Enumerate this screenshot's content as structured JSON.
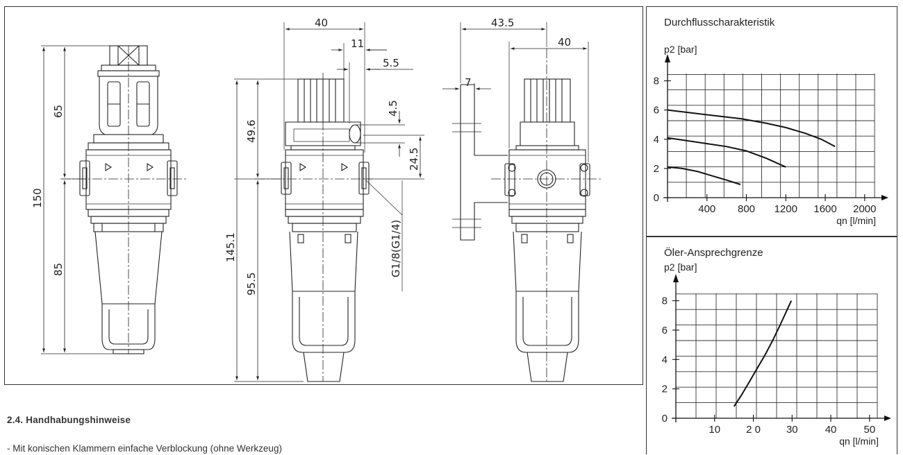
{
  "drawing": {
    "front_view": {
      "dim_total": "150",
      "dim_upper": "65",
      "dim_lower": "85"
    },
    "side_view": {
      "dim_width": "40",
      "dim_11": "11",
      "dim_5_5": "5.5",
      "dim_4_5": "4.5",
      "dim_24_5": "24.5",
      "dim_thread": "G1/8(G1/4)",
      "dim_total": "145.1",
      "dim_upper": "49.6",
      "dim_lower": "95.5"
    },
    "rear_view": {
      "dim_43_5": "43.5",
      "dim_width": "40",
      "dim_7": "7"
    }
  },
  "text": {
    "heading": "2.4. Handhabungshinweise",
    "bullet_1": "- Mit konischen Klammern einfache Verblockung (ohne Werkzeug)"
  },
  "chart_data": [
    {
      "type": "line",
      "title": "Durchflusscharakteristik",
      "ylabel": "p2 [bar]",
      "xlabel": "qn [l/min]",
      "xlim": [
        0,
        2100
      ],
      "ylim": [
        0,
        8.5
      ],
      "xticks": [
        400,
        800,
        1200,
        1600,
        2000
      ],
      "yticks": [
        0,
        2,
        4,
        6,
        8
      ],
      "xtick_labels": [
        "400",
        "800",
        "1200",
        "1600",
        "2000"
      ],
      "ytick_labels": [
        "0",
        "2",
        "4",
        "6",
        "8"
      ],
      "grid": true,
      "series": [
        {
          "x": [
            0,
            250,
            500,
            750,
            1000,
            1200,
            1400,
            1560,
            1700
          ],
          "y": [
            6.0,
            5.8,
            5.6,
            5.4,
            5.1,
            4.8,
            4.4,
            4.0,
            3.5
          ]
        },
        {
          "x": [
            0,
            200,
            400,
            600,
            800,
            1000,
            1200
          ],
          "y": [
            4.1,
            3.9,
            3.7,
            3.5,
            3.2,
            2.7,
            2.1
          ]
        },
        {
          "x": [
            0,
            150,
            300,
            450,
            600,
            740
          ],
          "y": [
            2.1,
            2.0,
            1.8,
            1.5,
            1.2,
            0.9
          ]
        }
      ]
    },
    {
      "type": "line",
      "title": "Öler-Ansprechgrenze",
      "ylabel": "p2 [bar]",
      "xlabel": "qn [l/min]",
      "xlim": [
        0,
        52
      ],
      "ylim": [
        0,
        8.5
      ],
      "xticks": [
        10,
        20,
        30,
        40,
        50
      ],
      "yticks": [
        0,
        2,
        4,
        6,
        8
      ],
      "xtick_labels": [
        "10",
        "2 0",
        "30",
        "40",
        "50"
      ],
      "ytick_labels": [
        "0",
        "2",
        "4",
        "6",
        "8"
      ],
      "grid": true,
      "series": [
        {
          "x": [
            15,
            17,
            19,
            21,
            23,
            25,
            27,
            29.8
          ],
          "y": [
            0.8,
            1.6,
            2.5,
            3.4,
            4.3,
            5.3,
            6.4,
            8.0
          ]
        }
      ]
    }
  ]
}
